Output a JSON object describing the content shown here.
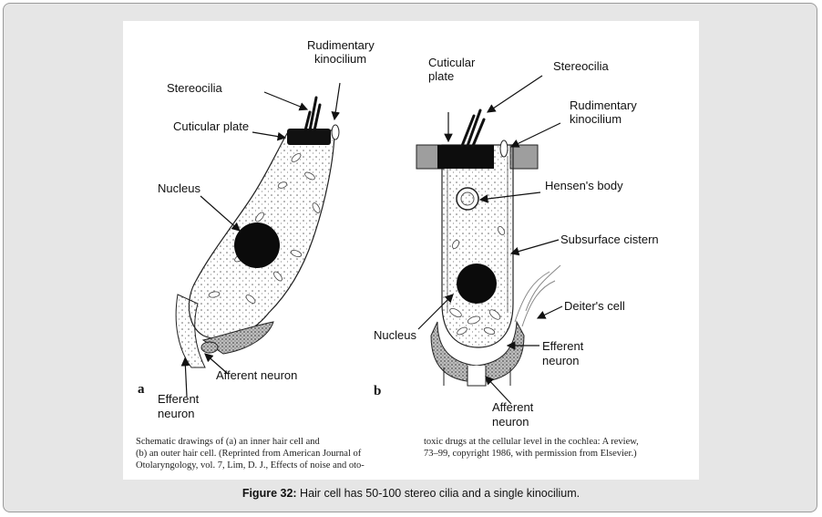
{
  "figure": {
    "panel_a": {
      "letter": "a",
      "labels": {
        "rudimentary_kinocilium_1": "Rudimentary",
        "rudimentary_kinocilium_2": "kinocilium",
        "stereocilia": "Stereocilia",
        "cuticular_plate": "Cuticular plate",
        "nucleus": "Nucleus",
        "afferent_neuron": "Afferent neuron",
        "efferent_neuron_1": "Efferent",
        "efferent_neuron_2": "neuron"
      }
    },
    "panel_b": {
      "letter": "b",
      "labels": {
        "cuticular_plate_1": "Cuticular",
        "cuticular_plate_2": "plate",
        "stereocilia": "Stereocilia",
        "rudimentary_kinocilium_1": "Rudimentary",
        "rudimentary_kinocilium_2": "kinocilium",
        "hensens_body": "Hensen's body",
        "subsurface_cistern": "Subsurface cistern",
        "deiters_cell": "Deiter's cell",
        "nucleus": "Nucleus",
        "efferent_neuron_1": "Efferent",
        "efferent_neuron_2": "neuron",
        "afferent_neuron_1": "Afferent",
        "afferent_neuron_2": "neuron"
      }
    },
    "source_caption": {
      "left_lines": [
        "Schematic drawings of (a) an inner hair cell and",
        "(b) an outer hair cell. (Reprinted from American Journal of",
        "Otolaryngology, vol. 7, Lim, D. J., Effects of noise and oto-"
      ],
      "right_lines": [
        "toxic drugs at the cellular level in the cochlea: A review,",
        "73–99, copyright 1986, with permission from Elsevier.)"
      ]
    },
    "figure_label": "Figure 32:",
    "figure_text": " Hair cell has 50-100 stereo cilia and a single kinocilium."
  }
}
